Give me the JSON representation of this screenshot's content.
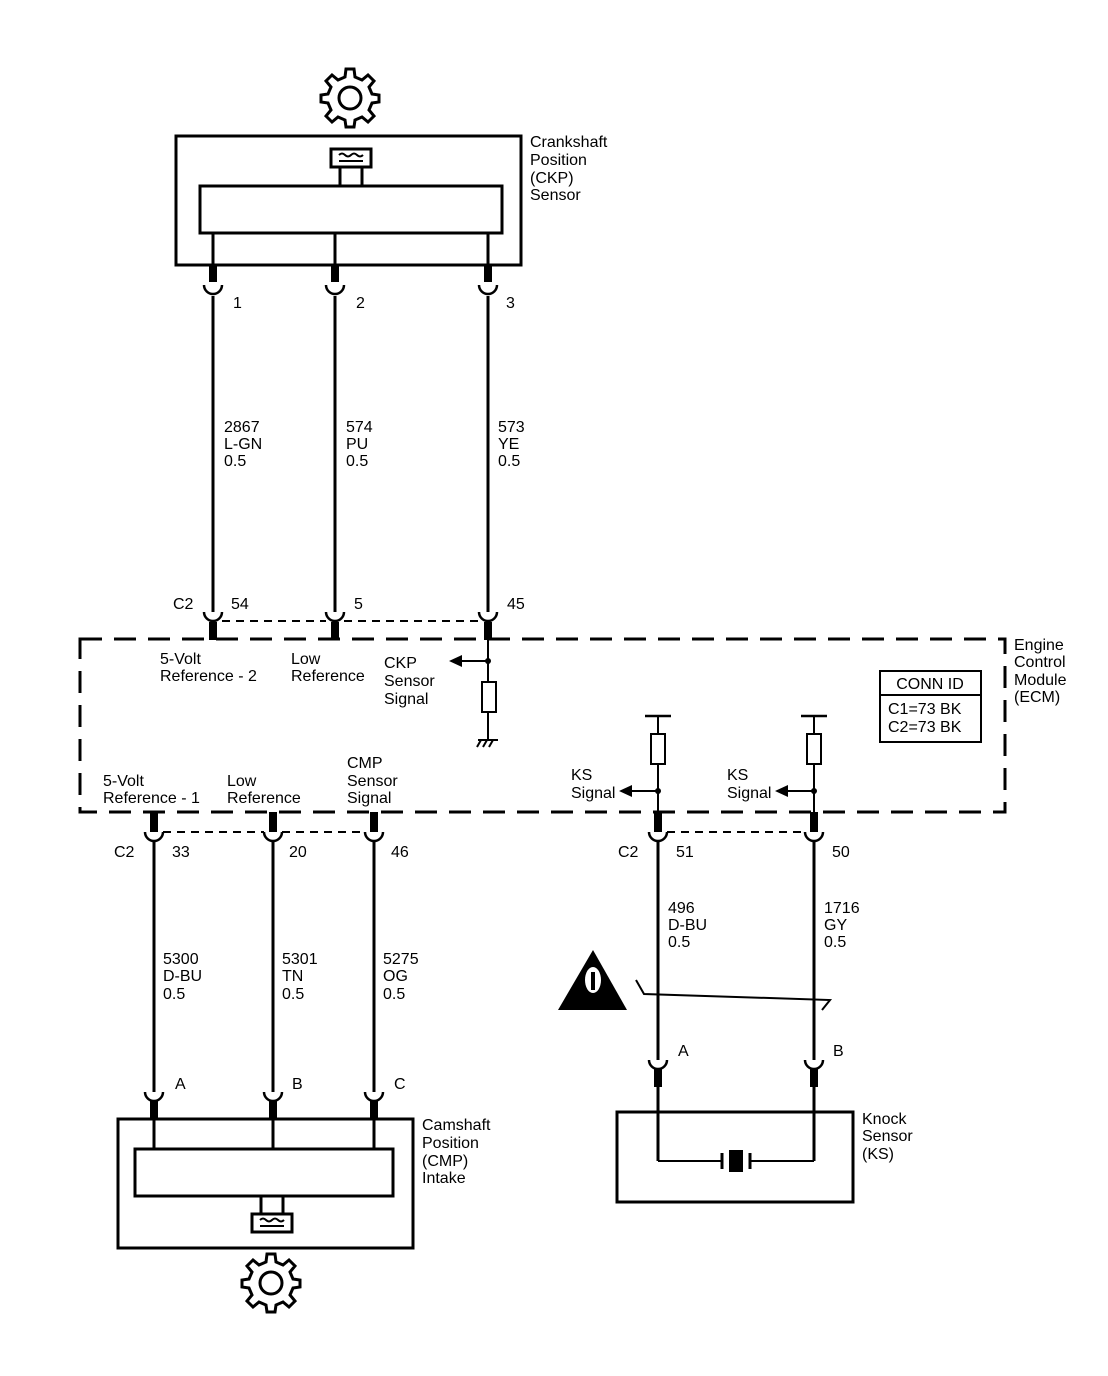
{
  "ckp": {
    "name": [
      "Crankshaft",
      "Position",
      "(CKP)",
      "Sensor"
    ],
    "pins": [
      "1",
      "2",
      "3"
    ],
    "wires": [
      {
        "circuit": "2867",
        "color": "L-GN",
        "gauge": "0.5"
      },
      {
        "circuit": "574",
        "color": "PU",
        "gauge": "0.5"
      },
      {
        "circuit": "573",
        "color": "YE",
        "gauge": "0.5"
      }
    ]
  },
  "ecm": {
    "name": [
      "Engine",
      "Control",
      "Module",
      "(ECM)"
    ],
    "top_connector": "C2",
    "top_pins": [
      "54",
      "5",
      "45"
    ],
    "top_signals": [
      [
        "5-Volt",
        "Reference - 2"
      ],
      [
        "Low",
        "Reference"
      ],
      [
        "CKP",
        "Sensor",
        "Signal"
      ]
    ],
    "bottom_left_connector": "C2",
    "bottom_left_pins": [
      "33",
      "20",
      "46"
    ],
    "bottom_left_signals": [
      [
        "5-Volt",
        "Reference - 1"
      ],
      [
        "Low",
        "Reference"
      ],
      [
        "CMP",
        "Sensor",
        "Signal"
      ]
    ],
    "bottom_right_connector": "C2",
    "bottom_right_pins": [
      "51",
      "50"
    ],
    "ks_signals": [
      [
        "KS",
        "Signal"
      ],
      [
        "KS",
        "Signal"
      ]
    ],
    "conn_id": {
      "title": "CONN ID",
      "rows": [
        "C1=73 BK",
        "C2=73 BK"
      ]
    }
  },
  "cmp": {
    "name": [
      "Camshaft",
      "Position",
      "(CMP)",
      "Intake"
    ],
    "pins": [
      "A",
      "B",
      "C"
    ],
    "wires": [
      {
        "circuit": "5300",
        "color": "D-BU",
        "gauge": "0.5"
      },
      {
        "circuit": "5301",
        "color": "TN",
        "gauge": "0.5"
      },
      {
        "circuit": "5275",
        "color": "OG",
        "gauge": "0.5"
      }
    ]
  },
  "ks": {
    "name": [
      "Knock",
      "Sensor",
      "(KS)"
    ],
    "pins": [
      "A",
      "B"
    ],
    "wires": [
      {
        "circuit": "496",
        "color": "D-BU",
        "gauge": "0.5"
      },
      {
        "circuit": "1716",
        "color": "GY",
        "gauge": "0.5"
      }
    ]
  },
  "icons": [
    "gear-icon",
    "warning-icon",
    "ground-icon",
    "sensor-icon"
  ],
  "colors": {
    "line": "#000000",
    "background": "#ffffff"
  }
}
